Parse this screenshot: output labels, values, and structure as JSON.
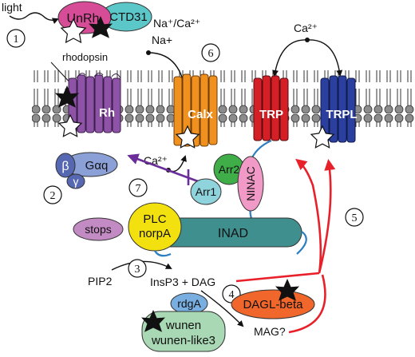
{
  "title": "",
  "labels": {
    "light": "light",
    "unrh": "UnRh",
    "ctd31": "CTD31",
    "rhodopsin": "rhodopsin",
    "na_plus": "Na+",
    "na_ca": "Na⁺/Ca²⁺",
    "ca_top": "Ca²⁺",
    "rh": "Rh",
    "calx": "Calx",
    "trp": "TRP",
    "trpl": "TRPL",
    "ca_mid": "Ca²⁺",
    "beta": "β",
    "galpha": "Gαq",
    "gamma": "γ",
    "arr2": "Arr2",
    "arr1": "Arr1",
    "ninac": "NINAC",
    "stops": "stops",
    "plc1": "PLC",
    "plc2": "norpA",
    "inad": "INAD",
    "pip2": "PIP2",
    "insp3dag": "InsP3 + DAG",
    "rdga": "rdgA",
    "dagl": "DAGL-beta",
    "wunen1": "wunen",
    "wunen2": "wunen-like3",
    "mag": "MAG?"
  },
  "steps": [
    "1",
    "2",
    "3",
    "4",
    "5",
    "6",
    "7"
  ],
  "colors": {
    "rh": "#8e52a6",
    "calx": "#f0901e",
    "trp": "#d41f26",
    "trpl": "#2b3f9e",
    "gprotein": "#8aa0d6",
    "arr2": "#3fae49",
    "arr1": "#8fd3dc",
    "ninac": "#f29ac7",
    "stops": "#c38bc3",
    "plc": "#f3e00f",
    "inad": "#3f8f8f",
    "dagl": "#f0662b",
    "wunen": "#a9d8b4",
    "rdga": "#79aee0",
    "unrh": "#d64c97",
    "ctd31": "#5cc7c8",
    "red_arrow": "#e8202a",
    "purple_arrow": "#6a2d99"
  }
}
